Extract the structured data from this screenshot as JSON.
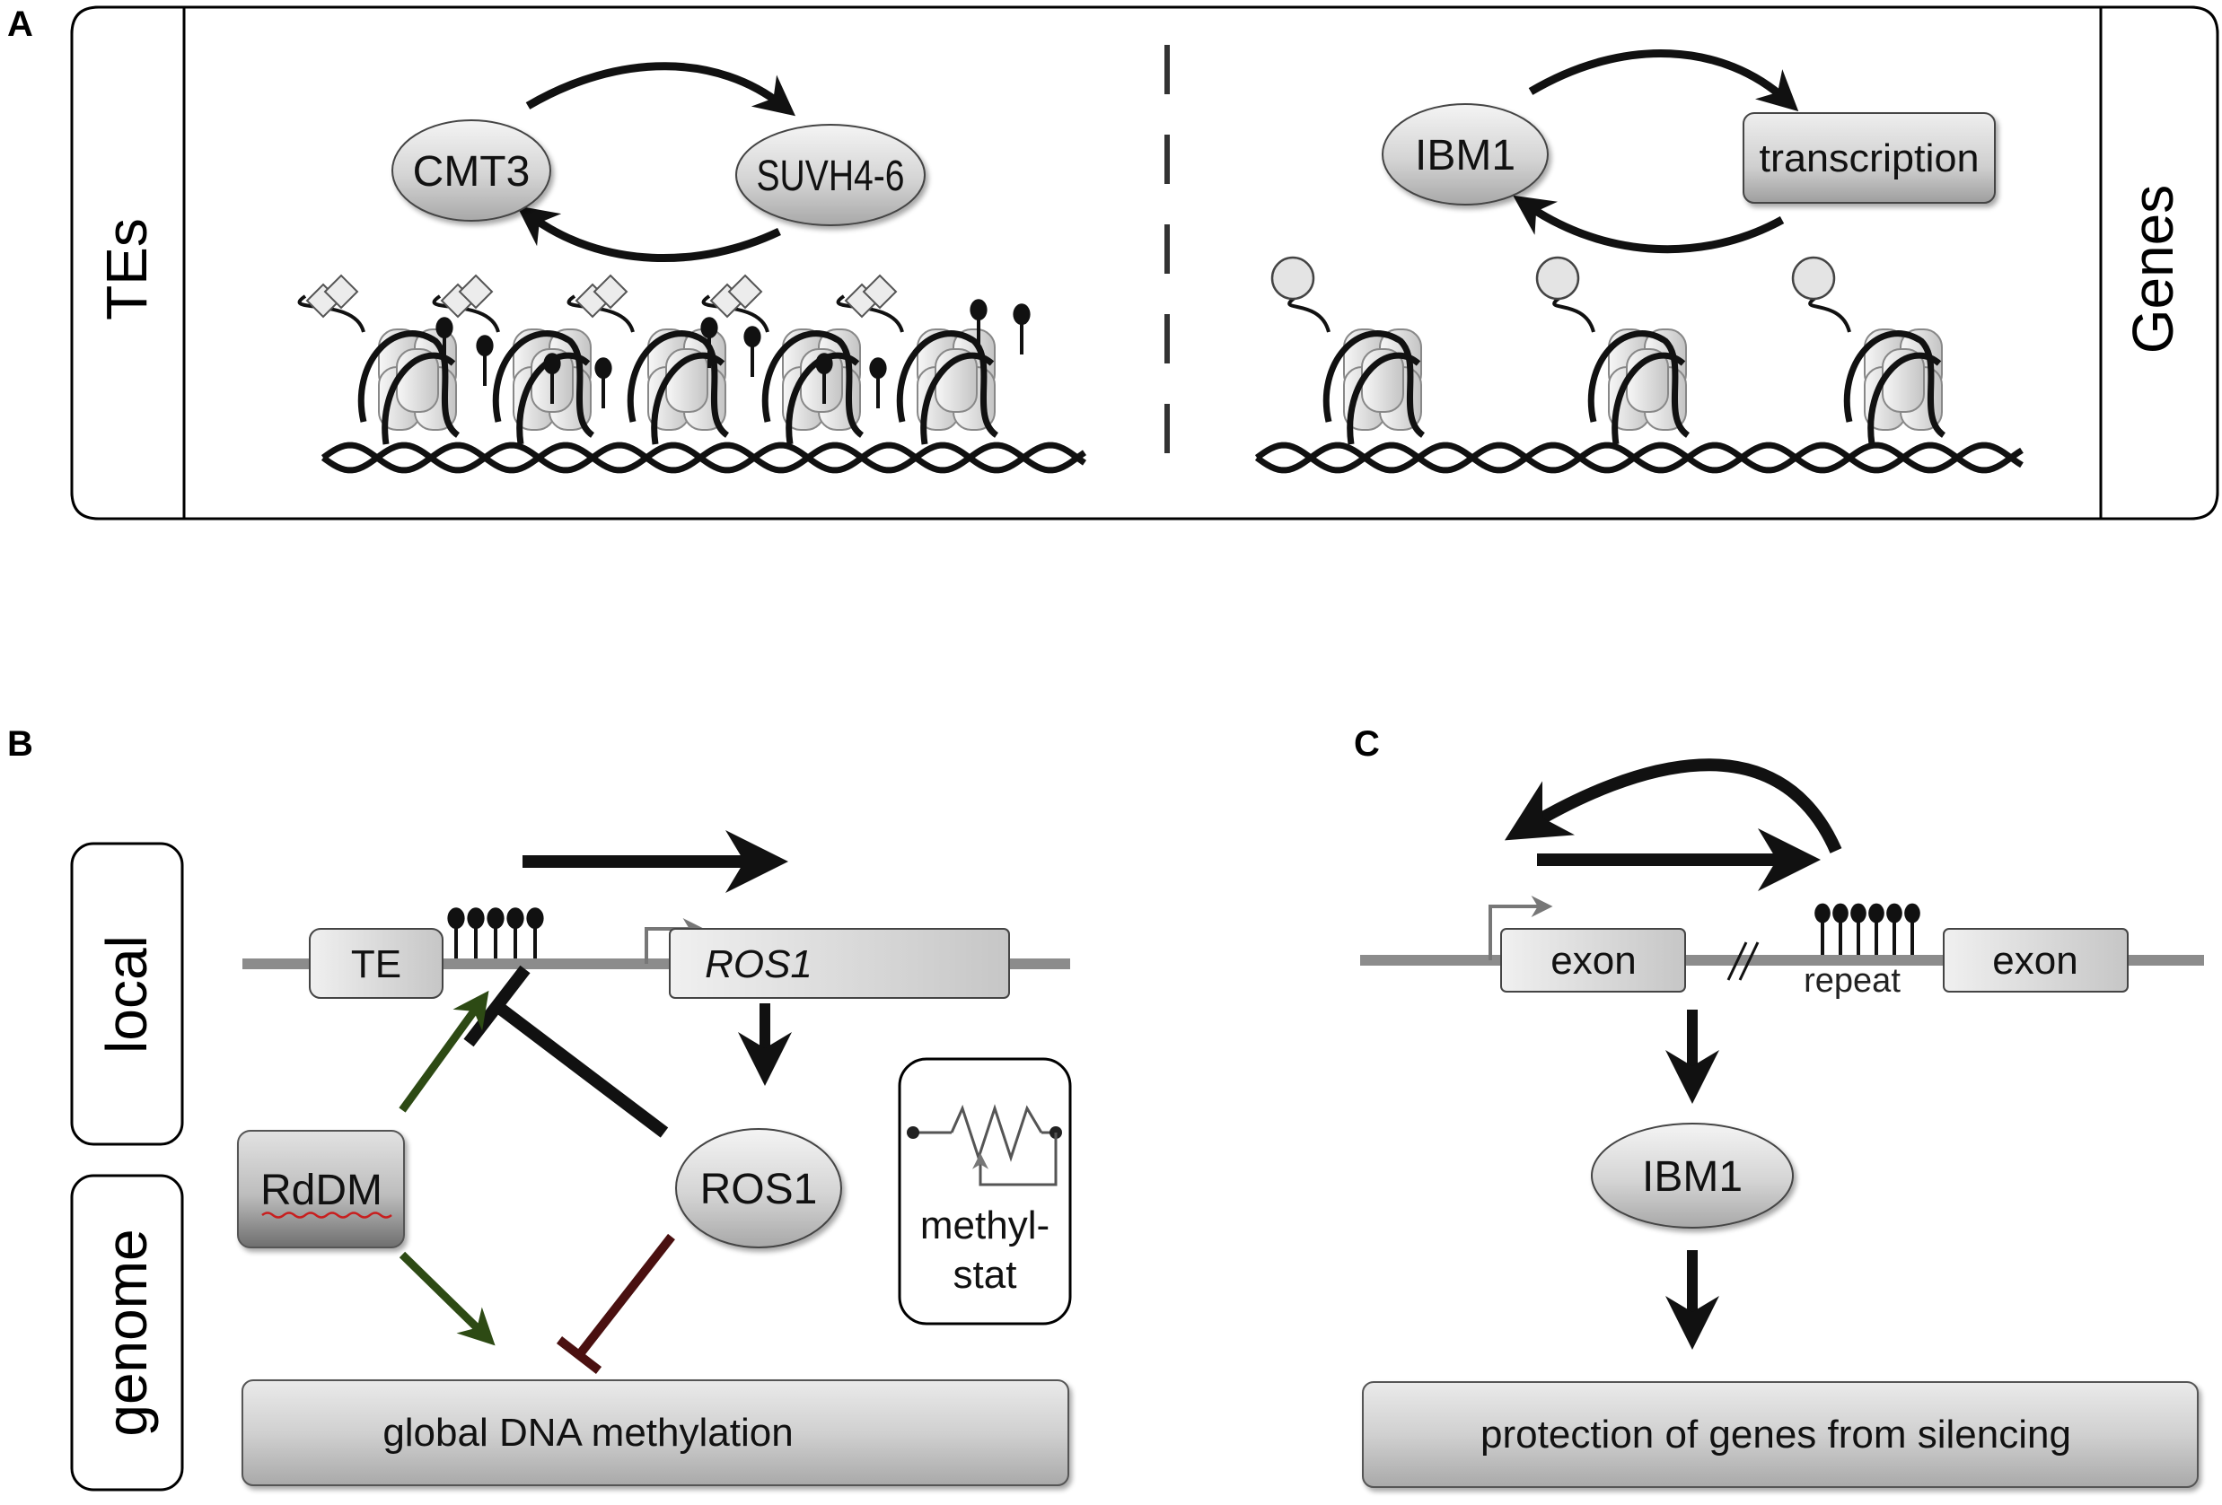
{
  "panels": {
    "a": {
      "letter": "A",
      "left_label": "TEs",
      "right_label": "Genes",
      "cmt3": "CMT3",
      "suvh": "SUVH4-6",
      "ibm1": "IBM1",
      "transcription": "transcription"
    },
    "b": {
      "letter": "B",
      "local_label": "local",
      "genome_label": "genome",
      "te": "TE",
      "ros1_gene": "ROS1",
      "ros1_protein": "ROS1",
      "rddm": "RdDM",
      "methylstat_line1": "methyl-",
      "methylstat_line2": "stat",
      "global": "global DNA methylation"
    },
    "c": {
      "letter": "C",
      "exon1": "exon",
      "repeat": "repeat",
      "exon2": "exon",
      "ibm1": "IBM1",
      "protection": "protection of genes from silencing"
    }
  },
  "colors": {
    "activation_green": "#2d4a14",
    "inhibition_red": "#4a1010",
    "arrow_black": "#111111",
    "line_gray": "#8c8c8c",
    "oval_fill": "#d6d6d6"
  }
}
